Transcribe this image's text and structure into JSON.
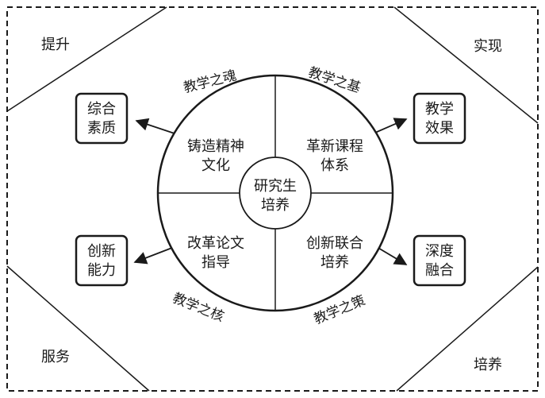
{
  "diagram": {
    "corners": {
      "top_left": "提升",
      "top_right": "实现",
      "bottom_left": "服务",
      "bottom_right": "培养"
    },
    "outcome_boxes": {
      "top_left": [
        "综合",
        "素质"
      ],
      "top_right": [
        "教学",
        "效果"
      ],
      "bottom_left": [
        "创新",
        "能力"
      ],
      "bottom_right": [
        "深度",
        "融合"
      ]
    },
    "quadrants": {
      "top_left": [
        "铸造精神",
        "文化"
      ],
      "top_right": [
        "革新课程",
        "体系"
      ],
      "bottom_left": [
        "改革论文",
        "指导"
      ],
      "bottom_right": [
        "创新联合",
        "培养"
      ]
    },
    "center": [
      "研究生",
      "培养"
    ],
    "arc_labels": {
      "top_left": "教学之魂",
      "top_right": "教学之基",
      "bottom_left": "教学之核",
      "bottom_right": "教学之策"
    },
    "colors": {
      "stroke": "#1a1a1a",
      "background": "#ffffff"
    }
  }
}
